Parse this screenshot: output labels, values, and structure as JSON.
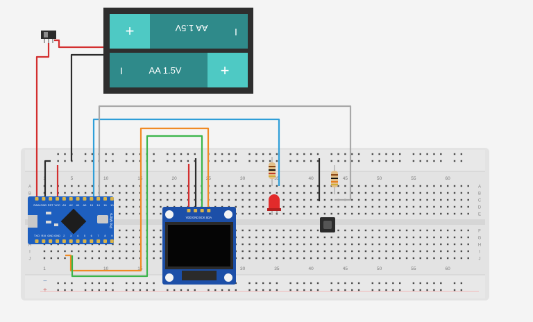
{
  "battery": {
    "cell_top": {
      "label": "AA 1.5V",
      "plus": "+",
      "minus": "I"
    },
    "cell_bottom": {
      "label": "AA 1.5V",
      "plus": "+",
      "minus": "I"
    }
  },
  "breadboard": {
    "column_numbers": [
      "1",
      "5",
      "10",
      "15",
      "20",
      "25",
      "30",
      "35",
      "40",
      "45",
      "50",
      "55",
      "60"
    ],
    "rows_top": [
      "A",
      "B",
      "C",
      "D",
      "E"
    ],
    "rows_bottom": [
      "F",
      "G",
      "H",
      "I",
      "J"
    ],
    "rail_minus": "−",
    "rail_plus": "+"
  },
  "arduino": {
    "header_top": [
      "RAW",
      "GND",
      "RST",
      "VCC",
      "A3",
      "A2",
      "A1",
      "A0",
      "15",
      "14",
      "16",
      "10"
    ],
    "header_bottom": [
      "TXO",
      "RXI",
      "GND",
      "GND",
      "2",
      "3",
      "4",
      "5",
      "6",
      "7",
      "8",
      "9"
    ],
    "board_name": "Pro Micro"
  },
  "oled": {
    "pins": [
      "VDD",
      "GND",
      "SCK",
      "SDA"
    ]
  },
  "colors": {
    "battery_green": "#2f8a8a",
    "battery_light": "#4ec9c4",
    "wire_red": "#d32f2f",
    "wire_black": "#2b2b2b",
    "wire_blue": "#2f9ed8",
    "wire_gray": "#a8a8a8",
    "wire_orange": "#f08a24",
    "wire_green": "#3bb54a",
    "arduino_blue": "#1e5fbf",
    "oled_blue": "#1c4fa8"
  }
}
